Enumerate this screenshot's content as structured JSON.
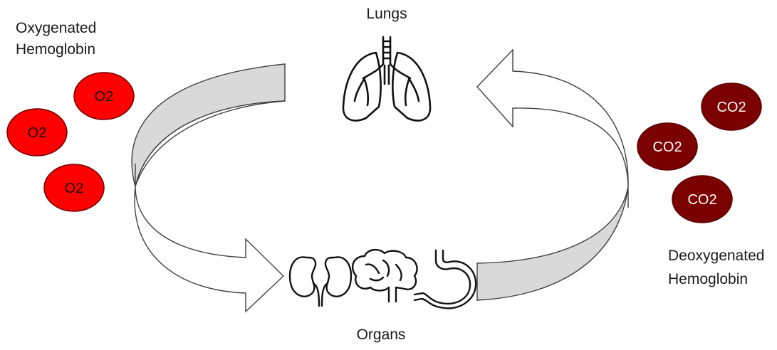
{
  "labels": {
    "top": "Lungs",
    "bottom": "Organs",
    "left_line1": "Oxygenated",
    "left_line2": "Hemoglobin",
    "right_line1": "Deoxygenated",
    "right_line2": "Hemoglobin"
  },
  "oxygenated_cells": [
    "O2",
    "O2",
    "O2"
  ],
  "deoxygenated_cells": [
    "CO2",
    "CO2",
    "CO2"
  ],
  "colors": {
    "oxygenated_fill": "#ff0000",
    "deoxygenated_fill": "#7b0000",
    "cell_outline": "#6e0000",
    "band_inner": "#d9d9d9",
    "outline": "#404040"
  },
  "icons": {
    "top": "lungs-icon",
    "bottom": [
      "kidneys-icon",
      "brain-icon",
      "stomach-icon"
    ]
  }
}
